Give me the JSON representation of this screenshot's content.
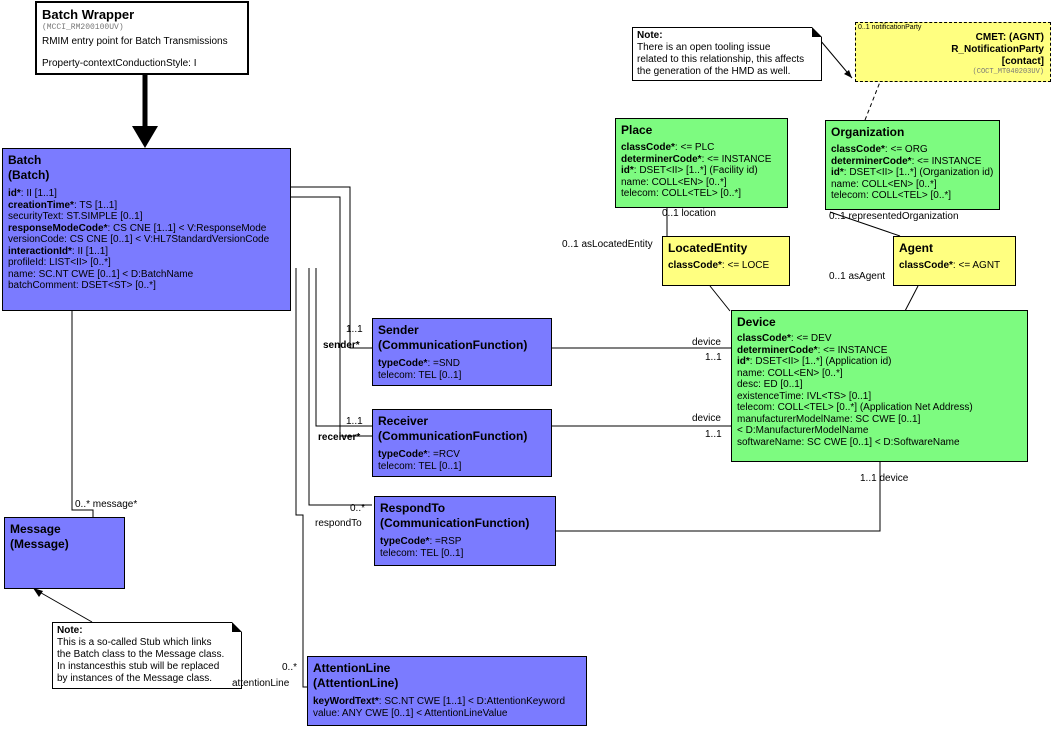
{
  "wrapper": {
    "title": "Batch Wrapper",
    "code": "(MCCI_RM200100UV)",
    "desc": "RMIM entry point for Batch Transmissions",
    "style": "Property-contextConductionStyle: I"
  },
  "batch": {
    "title1": "Batch",
    "title2": "(Batch)",
    "attrs": [
      {
        "name": "id*",
        "bold": true,
        "rest": ": II [1..1]"
      },
      {
        "name": "creationTime*",
        "bold": true,
        "rest": ": TS [1..1]"
      },
      {
        "name": "securityText",
        "bold": false,
        "rest": ": ST.SIMPLE [0..1]"
      },
      {
        "name": "responseModeCode*",
        "bold": true,
        "rest": ": CS CNE [1..1] < V:ResponseMode"
      },
      {
        "name": "versionCode",
        "bold": false,
        "rest": ": CS CNE [0..1] < V:HL7StandardVersionCode"
      },
      {
        "name": "interactionId*",
        "bold": true,
        "rest": ": II [1..1]"
      },
      {
        "name": "profileId",
        "bold": false,
        "rest": ": LIST<II> [0..*]"
      },
      {
        "name": "name",
        "bold": false,
        "rest": ": SC.NT CWE [0..1] < D:BatchName"
      },
      {
        "name": "batchComment",
        "bold": false,
        "rest": ": DSET<ST> [0..*]"
      }
    ]
  },
  "message": {
    "title1": "Message",
    "title2": "(Message)"
  },
  "sender": {
    "title1": "Sender",
    "title2": "(CommunicationFunction)",
    "attrs": [
      {
        "name": "typeCode*",
        "bold": true,
        "rest": ": =SND"
      },
      {
        "name": "telecom",
        "bold": false,
        "rest": ": TEL [0..1]"
      }
    ]
  },
  "receiver": {
    "title1": "Receiver",
    "title2": "(CommunicationFunction)",
    "attrs": [
      {
        "name": "typeCode*",
        "bold": true,
        "rest": ": =RCV"
      },
      {
        "name": "telecom",
        "bold": false,
        "rest": ": TEL [0..1]"
      }
    ]
  },
  "respondto": {
    "title1": "RespondTo",
    "title2": "(CommunicationFunction)",
    "attrs": [
      {
        "name": "typeCode*",
        "bold": true,
        "rest": ": =RSP"
      },
      {
        "name": "telecom",
        "bold": false,
        "rest": ": TEL [0..1]"
      }
    ]
  },
  "attentionline": {
    "title1": "AttentionLine",
    "title2": "(AttentionLine)",
    "attrs": [
      {
        "name": "keyWordText*",
        "bold": true,
        "rest": ": SC.NT CWE [1..1] < D:AttentionKeyword"
      },
      {
        "name": "value",
        "bold": false,
        "rest": ": ANY CWE [0..1] < AttentionLineValue"
      }
    ]
  },
  "place": {
    "title1": "Place",
    "attrs": [
      {
        "name": "classCode*",
        "bold": true,
        "rest": ": <= PLC"
      },
      {
        "name": "determinerCode*",
        "bold": true,
        "rest": ": <= INSTANCE"
      },
      {
        "name": "id*",
        "bold": true,
        "rest": ": DSET<II> [1..*] (Facility id)"
      },
      {
        "name": "name",
        "bold": false,
        "rest": ": COLL<EN> [0..*]"
      },
      {
        "name": "telecom",
        "bold": false,
        "rest": ": COLL<TEL> [0..*]"
      }
    ]
  },
  "organization": {
    "title1": "Organization",
    "attrs": [
      {
        "name": "classCode*",
        "bold": true,
        "rest": ": <= ORG"
      },
      {
        "name": "determinerCode*",
        "bold": true,
        "rest": ": <= INSTANCE"
      },
      {
        "name": "id*",
        "bold": true,
        "rest": ": DSET<II> [1..*] (Organization id)"
      },
      {
        "name": "name",
        "bold": false,
        "rest": ": COLL<EN> [0..*]"
      },
      {
        "name": "telecom",
        "bold": false,
        "rest": ": COLL<TEL> [0..*]"
      }
    ]
  },
  "locatedentity": {
    "title1": "LocatedEntity",
    "attrs": [
      {
        "name": "classCode*",
        "bold": true,
        "rest": ": <= LOCE"
      }
    ]
  },
  "agent": {
    "title1": "Agent",
    "attrs": [
      {
        "name": "classCode*",
        "bold": true,
        "rest": ": <= AGNT"
      }
    ]
  },
  "device": {
    "title1": "Device",
    "attrs": [
      {
        "name": "classCode*",
        "bold": true,
        "rest": ": <= DEV"
      },
      {
        "name": "determinerCode*",
        "bold": true,
        "rest": ": <= INSTANCE"
      },
      {
        "name": "id*",
        "bold": true,
        "rest": ": DSET<II> [1..*] (Application id)"
      },
      {
        "name": "name",
        "bold": false,
        "rest": ": COLL<EN> [0..*]"
      },
      {
        "name": "desc",
        "bold": false,
        "rest": ": ED [0..1]"
      },
      {
        "name": "existenceTime",
        "bold": false,
        "rest": ": IVL<TS> [0..1]"
      },
      {
        "name": "telecom",
        "bold": false,
        "rest": ": COLL<TEL> [0..*] (Application Net Address)"
      },
      {
        "name": "manufacturerModelName",
        "bold": false,
        "rest": ": SC CWE [0..1]"
      },
      {
        "name": "",
        "bold": false,
        "rest": " < D:ManufacturerModelName"
      },
      {
        "name": "softwareName",
        "bold": false,
        "rest": ": SC CWE [0..1] < D:SoftwareName"
      }
    ]
  },
  "cmet": {
    "mult": "0..1 notificationParty",
    "line1": "CMET: (AGNT)",
    "line2": "R_NotificationParty",
    "line3": "[contact]",
    "code": "(COCT_MT040203UV)"
  },
  "note_top": {
    "label": "Note:",
    "text1": "There is an open tooling issue",
    "text2": "related to this relationship, this affects",
    "text3": "the generation of the HMD as well."
  },
  "note_bottom": {
    "label": "Note:",
    "text1": "This is a so-called Stub which links",
    "text2": "the Batch class to the Message class.",
    "text3": "In instancesthis stub will be replaced",
    "text4": "by instances of the Message class."
  },
  "labels": {
    "message_mult": "0..* message*",
    "sender_mult": "1..1",
    "sender_role": "sender*",
    "receiver_mult": "1..1",
    "receiver_role": "receiver*",
    "respondto_mult": "0..*",
    "respondto_role": "respondTo",
    "attn_mult": "0..*",
    "attn_role": "attentionLine",
    "device1": "device",
    "device1_mult": "1..1",
    "device2": "device",
    "device2_mult": "1..1",
    "device3": "1..1 device",
    "location": "0..1 location",
    "located": "0..1 asLocatedEntity",
    "represented": "0..1 representedOrganization",
    "asagent": "0..1 asAgent"
  }
}
